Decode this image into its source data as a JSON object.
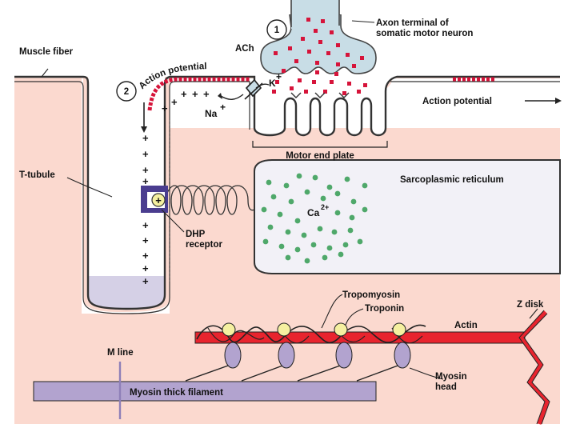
{
  "labels": {
    "muscle_fiber": "Muscle fiber",
    "axon_terminal_line1": "Axon terminal of",
    "axon_terminal_line2": "somatic motor neuron",
    "ach": "ACh",
    "action_potential_curved": "Action potential",
    "action_potential_right": "Action potential",
    "k_ion": "K",
    "na_ion": "Na",
    "ion_charge": "+",
    "motor_end_plate": "Motor end plate",
    "t_tubule": "T-tubule",
    "sarcoplasmic_reticulum": "Sarcoplasmic reticulum",
    "calcium": "Ca",
    "calcium_charge": "2+",
    "dhp_line1": "DHP",
    "dhp_line2": "receptor",
    "tropomyosin": "Tropomyosin",
    "troponin": "Troponin",
    "z_disk": "Z disk",
    "actin": "Actin",
    "m_line": "M line",
    "myosin_thick_filament": "Myosin thick filament",
    "myosin_head_line1": "Myosin",
    "myosin_head_line2": "head"
  },
  "steps": [
    "1",
    "2"
  ],
  "membrane_charge": "+",
  "colors": {
    "cytoplasm": "#fbd9cf",
    "t_tubule_lumen": "#d5d0e6",
    "sr_fill": "#f2f1f7",
    "ach_red": "#d6143a",
    "calcium_green": "#4fa86a",
    "actin_red": "#e8242e",
    "myosin_purple": "#b2a3cf",
    "troponin_yellow": "#f5f0a0",
    "dhp_purple": "#4a3d8f"
  },
  "icons": [
    "terminal-arrow-icon",
    "ion-channel-icon",
    "dhp-receptor-icon"
  ]
}
